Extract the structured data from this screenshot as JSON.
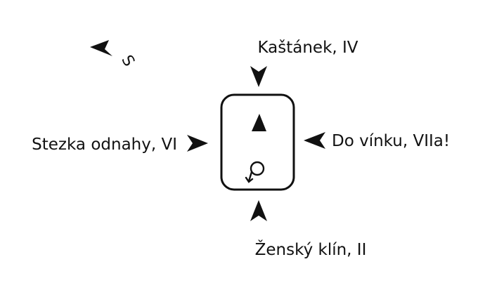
{
  "diagram": {
    "compass": {
      "icon": "north-arrow-icon",
      "label": "S"
    },
    "block": {
      "icon": "boulder-outline",
      "inner_top_icon": "up-triangle-icon",
      "inner_bottom_icon": "route-loop-arrow-icon"
    },
    "routes": [
      {
        "position": "top",
        "name": "Kaštánek, IV"
      },
      {
        "position": "left",
        "name": "Stezka odnahy, VI"
      },
      {
        "position": "right",
        "name": "Do vínku, VIIa!"
      },
      {
        "position": "bottom",
        "name": "Ženský klín, II"
      }
    ],
    "colors": {
      "stroke": "#111111",
      "background": "#ffffff"
    }
  }
}
